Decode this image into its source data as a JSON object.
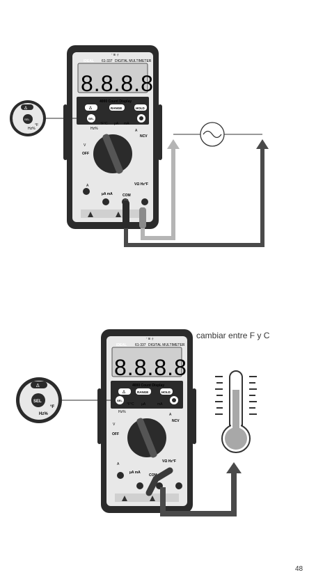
{
  "meter": {
    "model": "61-337",
    "title": "DIGITAL MULTIMETER",
    "brand": "IDEAL",
    "display_digits": "8.8.8.8",
    "count_display": "4000 Count Display",
    "btn_delta": "Δ",
    "btn_range": "RANGE",
    "btn_hold": "HOLD",
    "btn_sel": "SEL",
    "dial_temp": "°F°C",
    "dial_ua": "µA",
    "dial_ma": "mA",
    "dial_a": "A",
    "dial_hz": "Hz%",
    "dial_ncv": "NCV",
    "dial_v": "V",
    "dial_off": "OFF",
    "jack_a": "A",
    "jack_uama": "µA mA",
    "jack_com": "COM",
    "jack_v": "VΩ Hz°F"
  },
  "callout": {
    "sel": "SEL",
    "delta": "Δ",
    "f": "°F",
    "hz": "Hz%"
  },
  "caption": "cambiar entre F y C",
  "page_number": "48",
  "colors": {
    "meter_body": "#2b2b2b",
    "arrow_dark": "#4a4a4a",
    "arrow_light": "#b5b5b5"
  }
}
